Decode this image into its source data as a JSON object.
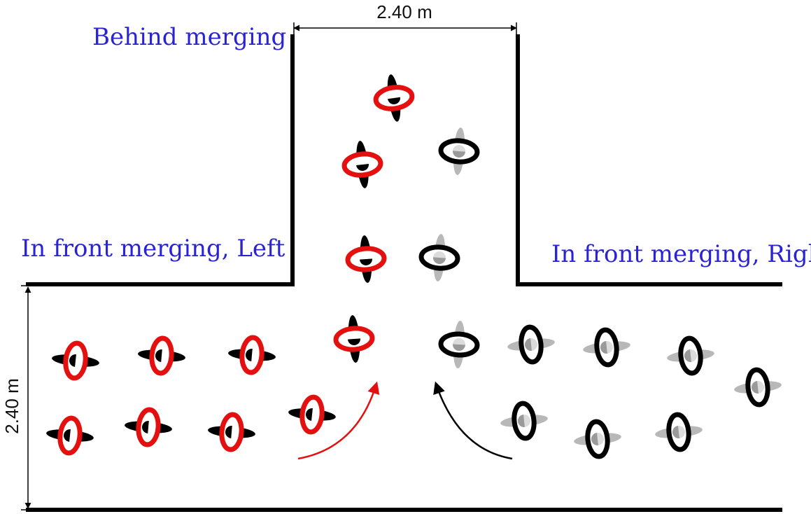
{
  "labels": {
    "behind": "Behind merging",
    "front_left": "In front merging, Left",
    "front_right": "In front merging, Right"
  },
  "dimensions": {
    "top_width": "2.40 m",
    "left_height": "2.40 m"
  },
  "colors": {
    "label_text": "#2a23d6",
    "wall": "#000000",
    "left_group": "#e41010",
    "right_group": "#000000",
    "right_group_arms": "#b8b8b8",
    "left_arrow": "#e41010",
    "right_arrow": "#000000"
  },
  "icons": {
    "pedestrian": "pedestrian-icon",
    "left_arrow": "curved-arrow-icon",
    "right_arrow": "curved-arrow-icon"
  }
}
